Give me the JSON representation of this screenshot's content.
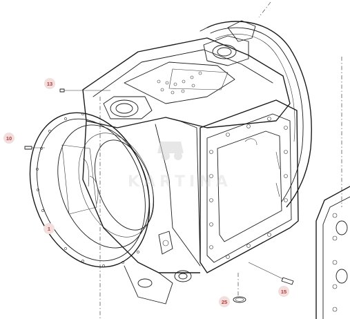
{
  "callouts": [
    {
      "id": "c13",
      "label": "13"
    },
    {
      "id": "c10",
      "label": "10"
    },
    {
      "id": "c1",
      "label": "1"
    },
    {
      "id": "c15",
      "label": "15"
    },
    {
      "id": "c25",
      "label": "25"
    }
  ],
  "watermark": {
    "text": "KARTINA"
  },
  "colors": {
    "line": "#1a1a1a",
    "callout_text": "#b03a3a",
    "callout_bg": "#f3dede"
  }
}
